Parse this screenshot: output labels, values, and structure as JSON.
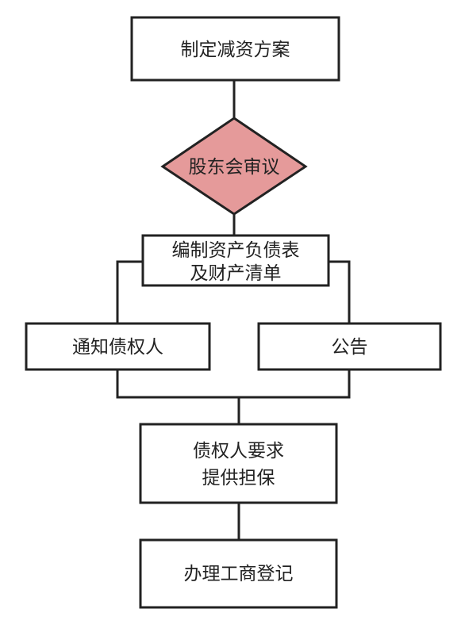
{
  "flowchart": {
    "step1": "制定减资方案",
    "decision": "股东会审议",
    "step3": {
      "line1": "编制资产负债表",
      "line2": "及财产清单"
    },
    "branch_left": "通知债权人",
    "branch_right": "公告",
    "step5": {
      "line1": "债权人要求",
      "line2": "提供担保"
    },
    "step6": "办理工商登记"
  },
  "colors": {
    "stroke": "#222222",
    "box_fill": "#ffffff",
    "decision_fill": "#e59a9a"
  }
}
